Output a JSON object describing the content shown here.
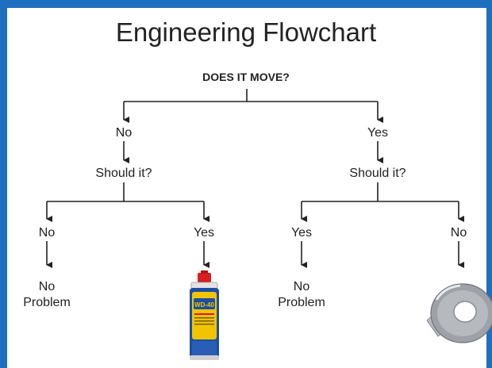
{
  "diagram": {
    "title": "Engineering Flowchart",
    "root_question": "DOES IT MOVE?",
    "left_branch": {
      "answer": "No",
      "question": "Should it?",
      "outcome_left": {
        "answer": "No",
        "result_line1": "No",
        "result_line2": "Problem"
      },
      "outcome_right": {
        "answer": "Yes",
        "result_image": "wd-40-spray-can"
      }
    },
    "right_branch": {
      "answer": "Yes",
      "question": "Should it?",
      "outcome_left": {
        "answer": "Yes",
        "result_line1": "No",
        "result_line2": "Problem"
      },
      "outcome_right": {
        "answer": "No",
        "result_image": "duct-tape-roll"
      }
    },
    "logo_text": "WD-40",
    "colors": {
      "frame": "#1f6fc0",
      "lines": "#222222",
      "can_yellow": "#f2c400",
      "can_blue": "#1d4fa0",
      "can_cap": "#d81e1e",
      "tape": "#9ea2a8"
    }
  }
}
